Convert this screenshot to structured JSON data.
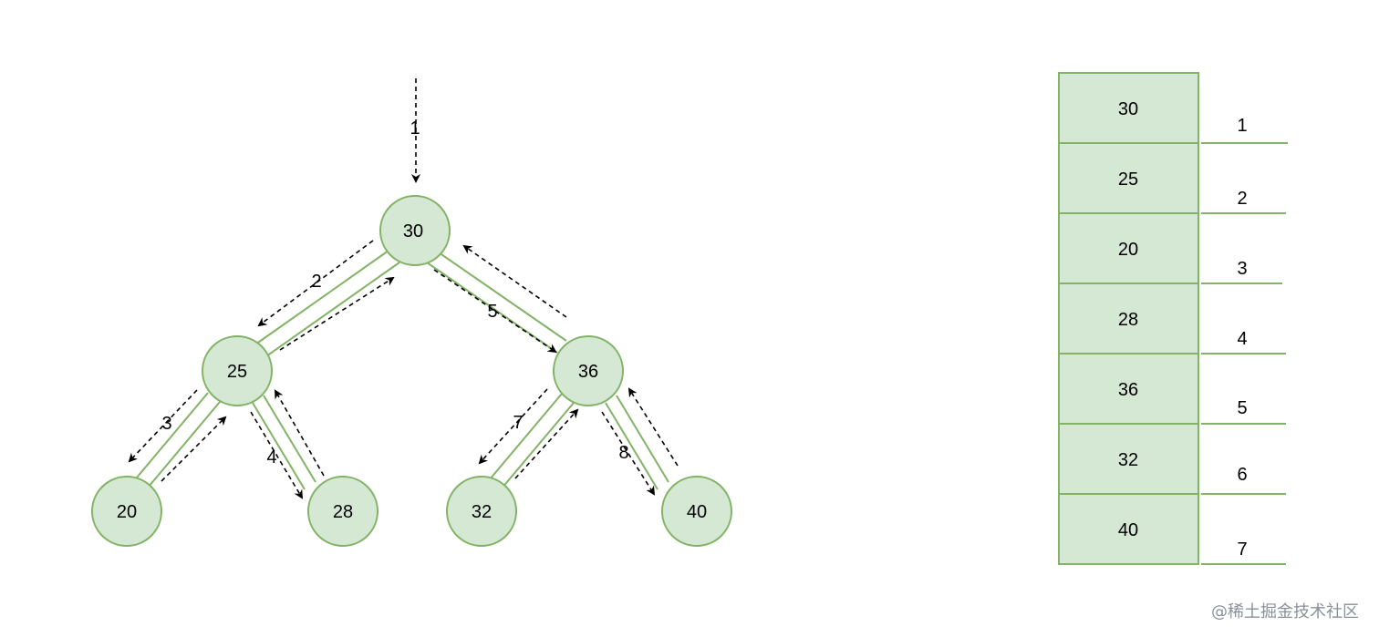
{
  "tree": {
    "nodes": [
      {
        "id": "n30",
        "label": "30"
      },
      {
        "id": "n25",
        "label": "25"
      },
      {
        "id": "n36",
        "label": "36"
      },
      {
        "id": "n20",
        "label": "20"
      },
      {
        "id": "n28",
        "label": "28"
      },
      {
        "id": "n32",
        "label": "32"
      },
      {
        "id": "n40",
        "label": "40"
      }
    ],
    "edges": [
      {
        "from": "n30",
        "to": "n25"
      },
      {
        "from": "n30",
        "to": "n36"
      },
      {
        "from": "n25",
        "to": "n20"
      },
      {
        "from": "n25",
        "to": "n28"
      },
      {
        "from": "n36",
        "to": "n32"
      },
      {
        "from": "n36",
        "to": "n40"
      }
    ],
    "step_labels": [
      "1",
      "2",
      "3",
      "4",
      "5",
      "7",
      "8"
    ]
  },
  "array": {
    "cells": [
      "30",
      "25",
      "20",
      "28",
      "36",
      "32",
      "40"
    ],
    "indices": [
      "1",
      "2",
      "3",
      "4",
      "5",
      "6",
      "7"
    ]
  },
  "watermark": "@稀土掘金技术社区"
}
